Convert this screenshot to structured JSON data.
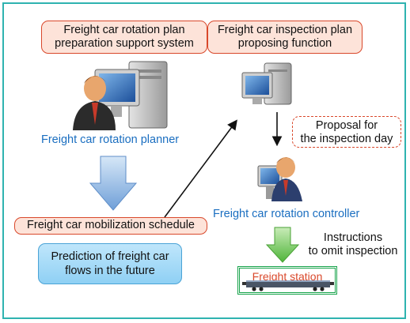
{
  "boxes": {
    "rotation_plan_system": [
      "Freight car rotation plan",
      "preparation support system"
    ],
    "inspection_plan_function": [
      "Freight car inspection plan",
      "proposing function"
    ],
    "mobilization_schedule": "Freight car mobilization schedule",
    "prediction": [
      "Prediction of freight car",
      "flows in the future"
    ],
    "proposal": [
      "Proposal for",
      "the inspection day"
    ],
    "freight_station": "Freight station"
  },
  "captions": {
    "planner": "Freight car rotation planner",
    "controller": "Freight car rotation controller"
  },
  "notes": {
    "instructions": [
      "Instructions",
      "to omit inspection"
    ]
  },
  "colors": {
    "frame": "#2fb3b0",
    "box_border": "#d9482b",
    "box_fill": "#fde3d9",
    "caption_text": "#1a6ec0",
    "blue_arrow": "#7aaee0",
    "green_arrow": "#6cc24a",
    "station_border": "#16a34a"
  },
  "icons": [
    "computer-user-icon",
    "computer-icon",
    "user-at-computer-icon",
    "freight-car-icon"
  ]
}
